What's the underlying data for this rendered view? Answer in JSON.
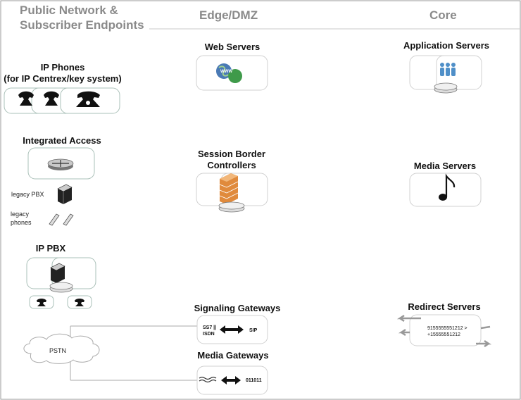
{
  "columns": {
    "public_line1": "Public Network &",
    "public_line2": "Subscriber Endpoints",
    "edge": "Edge/DMZ",
    "core": "Core"
  },
  "public": {
    "ip_phones_line1": "IP Phones",
    "ip_phones_line2": "(for IP Centrex/key system)",
    "integrated_access": "Integrated Access",
    "legacy_pbx": "legacy PBX",
    "legacy_phones_line1": "legacy",
    "legacy_phones_line2": "phones",
    "ip_pbx": "IP PBX",
    "pstn": "PSTN"
  },
  "edge": {
    "web_servers": "Web Servers",
    "www": "WWW",
    "sbc_line1": "Session Border",
    "sbc_line2": "Controllers",
    "signaling_gateways": "Signaling Gateways",
    "ss7": "SS7 ||",
    "isdn": "ISDN",
    "sip": "SIP",
    "media_gateways": "Media Gateways",
    "binary": "011011"
  },
  "core": {
    "application_servers": "Application Servers",
    "media_servers": "Media Servers",
    "redirect_servers": "Redirect Servers",
    "number_from": "9155555551212 >",
    "number_to": "+15555551212"
  }
}
